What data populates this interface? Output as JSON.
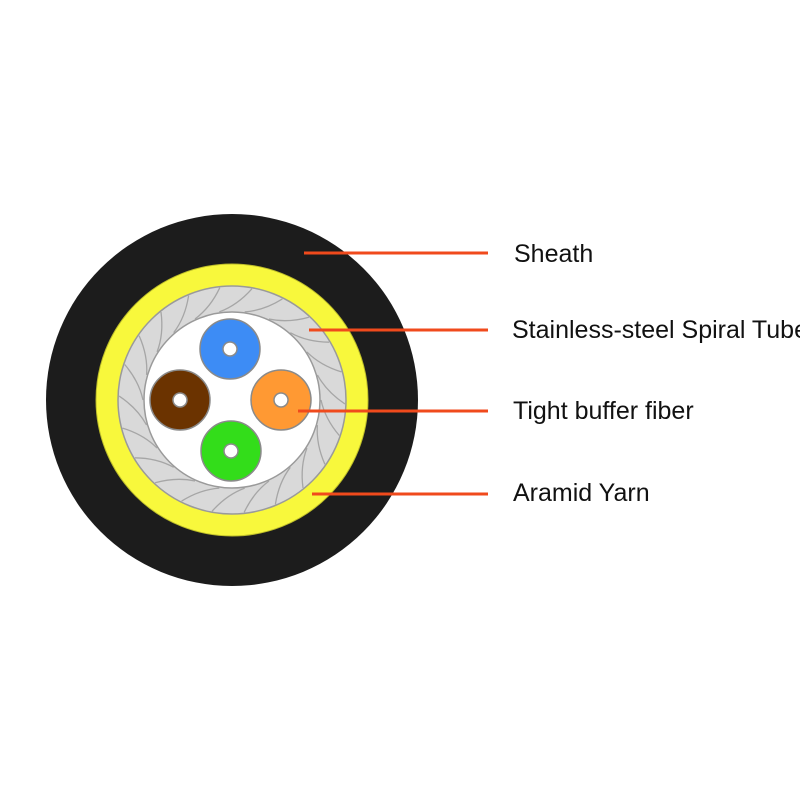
{
  "labels": {
    "sheath": "Sheath",
    "spiral_tube": "Stainless-steel Spiral Tube",
    "tight_buffer_fiber": "Tight buffer fiber",
    "aramid_yarn": "Aramid Yarn"
  },
  "colors": {
    "sheath": "#1c1c1c",
    "aramid_yarn": "#f8f83c",
    "spiral_tube": "#d9d9d9",
    "spiral_lines": "#a6a6a6",
    "core": "#ffffff",
    "leader_line": "#f04a1c",
    "fiber_blue": "#3d8cf5",
    "fiber_orange": "#ff9933",
    "fiber_brown": "#6b3300",
    "fiber_green": "#33dd1a"
  }
}
